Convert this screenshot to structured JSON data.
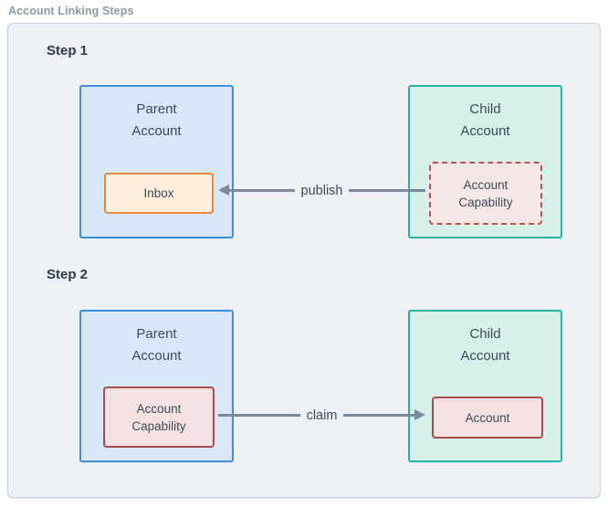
{
  "frame": {
    "title": "Account Linking Steps"
  },
  "steps": [
    {
      "label": "Step 1",
      "parent_box": {
        "title": "Parent\nAccount",
        "inner_label": "Inbox"
      },
      "child_box": {
        "title": "Child\nAccount",
        "inner_label": "Account\nCapability"
      },
      "arrow": {
        "label": "publish",
        "direction": "right-to-left"
      }
    },
    {
      "label": "Step 2",
      "parent_box": {
        "title": "Parent\nAccount",
        "inner_label": "Account\nCapability"
      },
      "child_box": {
        "title": "Child\nAccount",
        "inner_label": "Account"
      },
      "arrow": {
        "label": "claim",
        "direction": "left-to-right"
      }
    }
  ],
  "colors": {
    "container_bg": "#edf1f5",
    "container_border": "#c9d3dd",
    "parent_fill": "#d8e8f8",
    "parent_border": "#3e8ed9",
    "child_fill": "#d7f0ea",
    "child_border": "#23b3a2",
    "inbox_fill": "#fdeedd",
    "inbox_border": "#e8893c",
    "capability_fill": "#f4e2e2",
    "capability_border": "#a94c4a",
    "capability_dashed_border": "#b75450",
    "arrow": "#7b8a9b",
    "frame_title_text": "#8e99a6",
    "step_label_text": "#2d3a49",
    "box_text": "#3e4a59"
  }
}
